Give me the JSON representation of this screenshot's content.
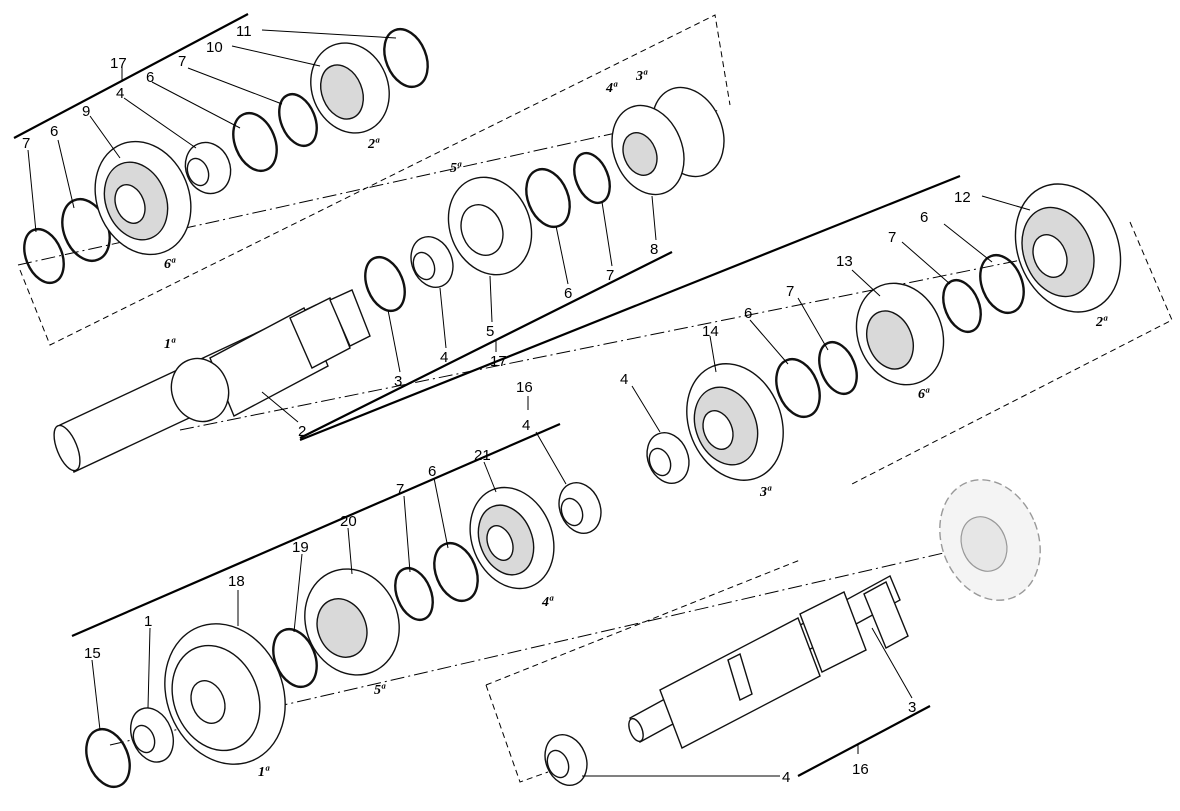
{
  "diagram": {
    "callouts": {
      "c11": "11",
      "c10": "10",
      "c17a": "17",
      "c7a": "7",
      "c6a": "6",
      "c4a": "4",
      "c7b": "7",
      "c6b": "6",
      "c9": "9",
      "c12": "12",
      "c6c": "6",
      "c7c": "7",
      "c13": "13",
      "c3": "3",
      "c4b": "4",
      "c5": "5",
      "c6d": "6",
      "c7d": "7",
      "c8": "8",
      "c17b": "17",
      "c2": "2",
      "c16a": "16",
      "c14": "14",
      "c6e": "6",
      "c7e": "7",
      "c4c": "4",
      "c4d": "4",
      "c21": "21",
      "c7f": "7",
      "c6f": "6",
      "c20": "20",
      "c19": "19",
      "c18": "18",
      "c1": "1",
      "c15": "15",
      "c3b": "3",
      "c4e": "4",
      "c16b": "16"
    },
    "gear_labels": {
      "g2a": "2ª",
      "g4a": "4ª",
      "g3a": "3ª",
      "g6a": "6ª",
      "g5a": "5ª",
      "g1a": "1ª",
      "g2b": "2ª",
      "g6b": "6ª",
      "g3b": "3ª",
      "g4b": "4ª",
      "g5b": "5ª",
      "g1b": "1ª"
    }
  }
}
